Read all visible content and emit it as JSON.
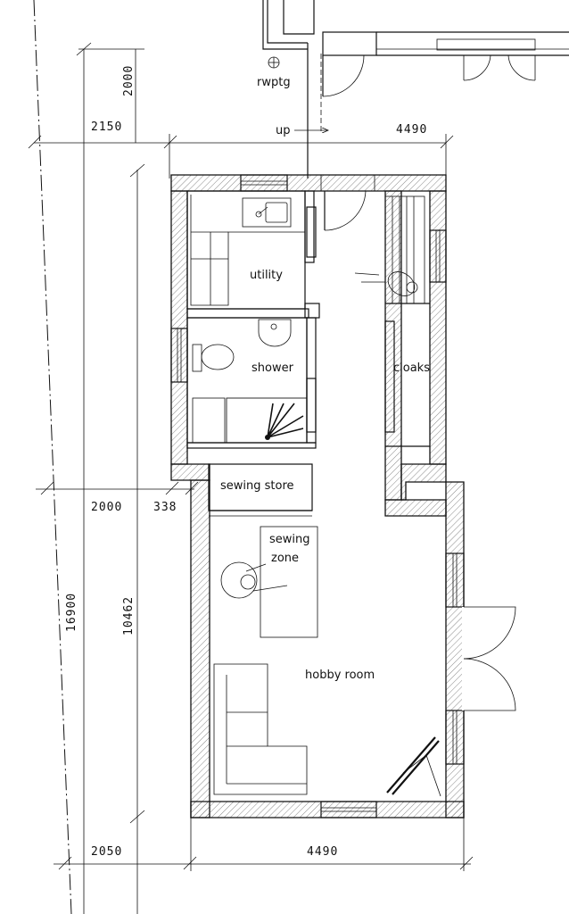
{
  "rooms": {
    "utility": "utility",
    "shower": "shower",
    "cloaks": "cloaks",
    "sewing_store": "sewing store",
    "sewing_zone_line1": "sewing",
    "sewing_zone_line2": "zone",
    "hobby_room": "hobby room"
  },
  "annotations": {
    "rwptg": "rwptg",
    "up": "up"
  },
  "dimensions": {
    "top_left_2000": "2000",
    "top_left_2150": "2150",
    "top_width_4490": "4490",
    "mid_2000": "2000",
    "mid_338": "338",
    "overall_16900": "16900",
    "height_10462": "10462",
    "bottom_left_2050": "2050",
    "bottom_width_4490": "4490"
  },
  "icons": [
    "person-walking-icon",
    "person-seated-icon",
    "toilet-icon",
    "basin-icon",
    "sink-icon",
    "shower-tray-icon",
    "sofa-icon",
    "easel-icon",
    "door-swing-icon",
    "window-icon",
    "rainwater-pipe-icon"
  ]
}
